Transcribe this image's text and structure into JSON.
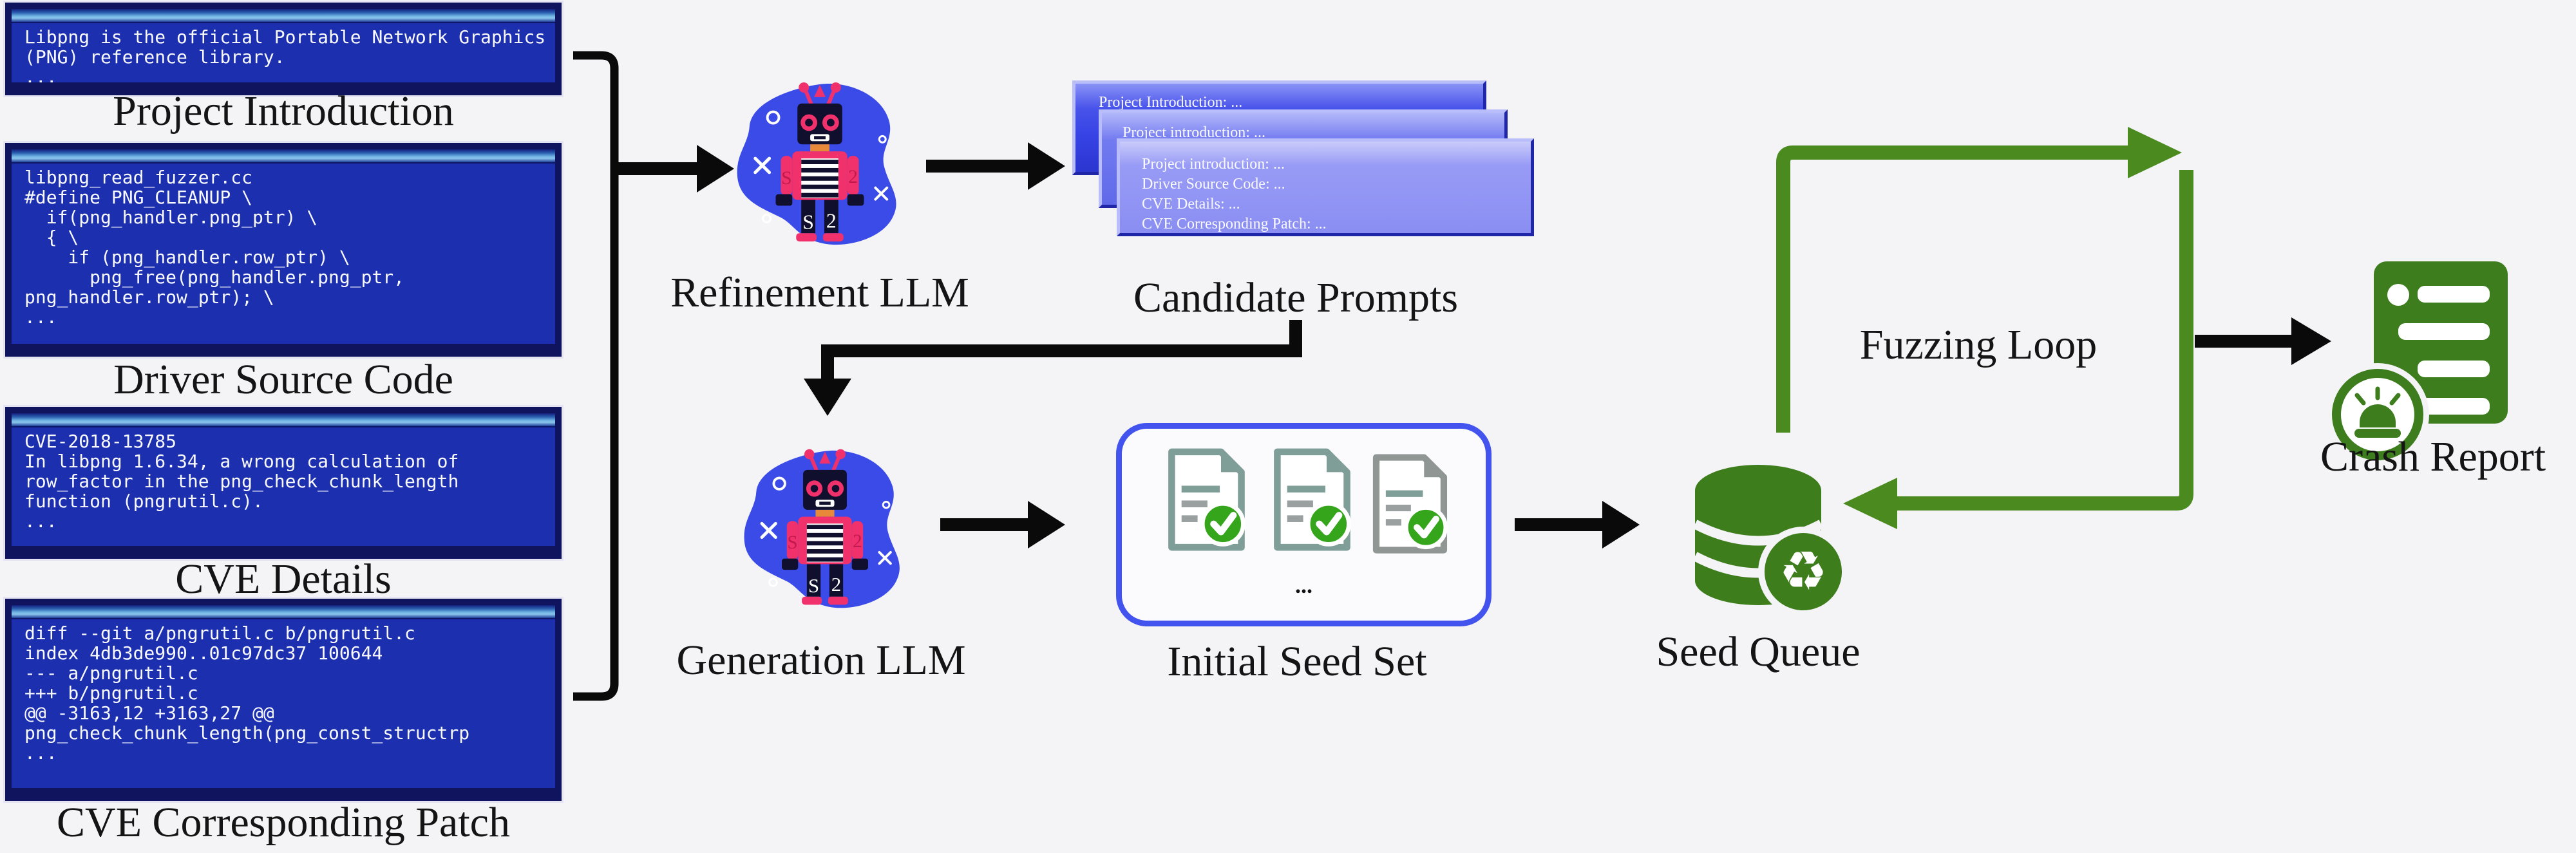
{
  "figure": {
    "background": "#f4f4f7"
  },
  "input_panels": [
    {
      "title": "Project Introduction",
      "code": [
        "Libpng is the official Portable Network Graphics",
        "(PNG) reference library.",
        "..."
      ]
    },
    {
      "title": "Driver Source Code",
      "code": [
        "libpng_read_fuzzer.cc",
        "#define PNG_CLEANUP \\",
        "  if(png_handler.png_ptr) \\",
        "  { \\",
        "    if (png_handler.row_ptr) \\",
        "      png_free(png_handler.png_ptr,",
        "png_handler.row_ptr); \\",
        "..."
      ]
    },
    {
      "title": "CVE Details",
      "code": [
        "CVE-2018-13785",
        "In libpng 1.6.34, a wrong calculation of",
        "row_factor in the png_check_chunk_length",
        "function (pngrutil.c).",
        "..."
      ]
    },
    {
      "title": "CVE Corresponding Patch",
      "code": [
        "diff --git a/pngrutil.c b/pngrutil.c",
        "index 4db3de990..01c97dc37 100644",
        "--- a/pngrutil.c",
        "+++ b/pngrutil.c",
        "@@ -3163,12 +3163,27 @@",
        "png_check_chunk_length(png_const_structrp",
        "..."
      ]
    }
  ],
  "llm_nodes": {
    "refinement": {
      "label": "Refinement LLM"
    },
    "generation": {
      "label": "Generation LLM"
    }
  },
  "candidate_prompts": {
    "label": "Candidate Prompts",
    "back_card": {
      "line1": "Project Introduction: ..."
    },
    "middle_card": {
      "line1": "Project introduction: ..."
    },
    "front_card": {
      "lines": [
        "Project introduction: ...",
        "Driver Source Code: ...",
        "CVE Details: ...",
        "CVE Corresponding Patch: ..."
      ]
    }
  },
  "initial_seed_set": {
    "label": "Initial Seed Set",
    "more_indicator": "..."
  },
  "seed_queue": {
    "label": "Seed Queue",
    "recycle_symbol": "♻"
  },
  "fuzzing_loop": {
    "label": "Fuzzing Loop"
  },
  "crash_report": {
    "label": "Crash Report"
  },
  "robot_markings": {
    "arm_left": "S",
    "arm_right": "2",
    "leg_left": "S",
    "leg_right": "2"
  },
  "colors": {
    "window_body": "#1c2fae",
    "window_frame": "#10135e",
    "titlebar_highlight": "#6fb3e2",
    "black_arrow": "#0a0a0a",
    "icon_green": "#3e7d1c",
    "loop_green": "#4a8a1e",
    "check_green": "#35a51c",
    "blob_blue": "#3b4be8",
    "robot_pink": "#f0316b",
    "robot_navy": "#10102e",
    "robot_orange": "#e8893a",
    "prompt_back": "#3d49e8",
    "prompt_middle": "#6a72ef",
    "prompt_front": "#8c90f3",
    "seed_box_border": "#4353ee",
    "doc_teal": "#7f9e97",
    "doc_gray": "#8f9693"
  }
}
